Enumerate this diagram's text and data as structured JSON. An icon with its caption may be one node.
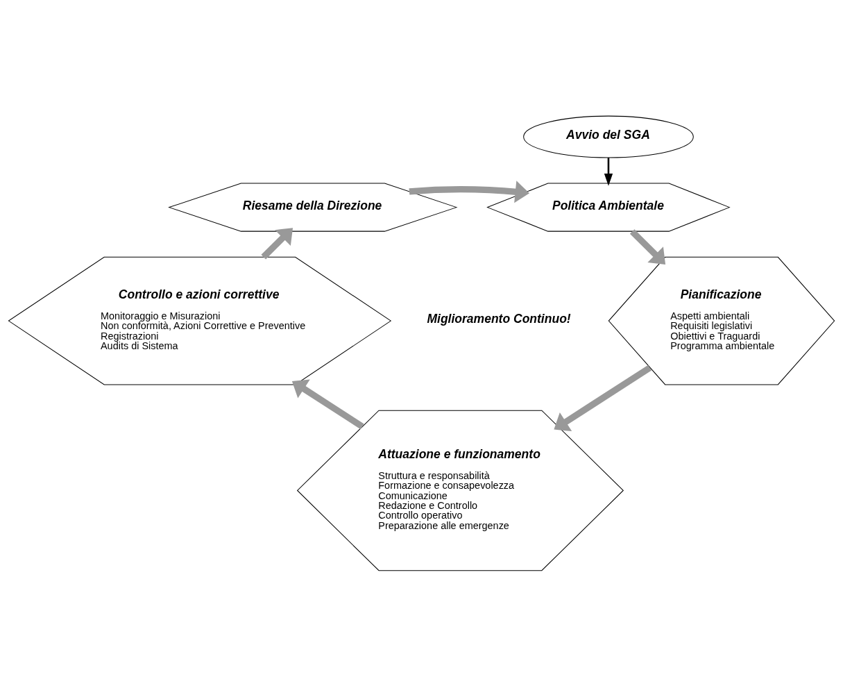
{
  "diagram": {
    "nodes": [
      {
        "text": [
          "Avvio del SGA"
        ]
      },
      {
        "text": [
          "Riesame della Direzione"
        ]
      },
      {
        "text": [
          "Politica Ambientale"
        ]
      },
      {
        "text": [
          "Controllo e azioni correttive",
          "Monitoraggio e Misurazioni",
          "Non conformità, Azioni Correttive e Preventive",
          "Registrazioni",
          "Audits di Sistema"
        ]
      },
      {
        "text": [
          "Pianificazione",
          "Aspetti ambientali",
          "Requisiti legislativi",
          "Obiettivi e Traguardi",
          "Programma ambientale"
        ]
      },
      {
        "text": [
          "Attuazione e funzionamento",
          "Struttura e responsabilità",
          "Formazione e consapevolezza",
          "Comunicazione",
          "Redazione e Controllo",
          "Controllo operativo",
          "Preparazione alle emergenze"
        ]
      }
    ],
    "edges": [
      {
        "from": 0,
        "to": 2,
        "arrow": "to",
        "color": "#000000"
      },
      {
        "from": 1,
        "to": 2,
        "arrow": "to"
      },
      {
        "from": 2,
        "to": 4,
        "arrow": "to"
      },
      {
        "from": 4,
        "to": 5,
        "arrow": "to"
      },
      {
        "from": 5,
        "to": 3,
        "arrow": "to"
      },
      {
        "from": 3,
        "to": 1,
        "arrow": "to"
      }
    ],
    "labels": [
      "Miglioramento Continuo!"
    ]
  }
}
